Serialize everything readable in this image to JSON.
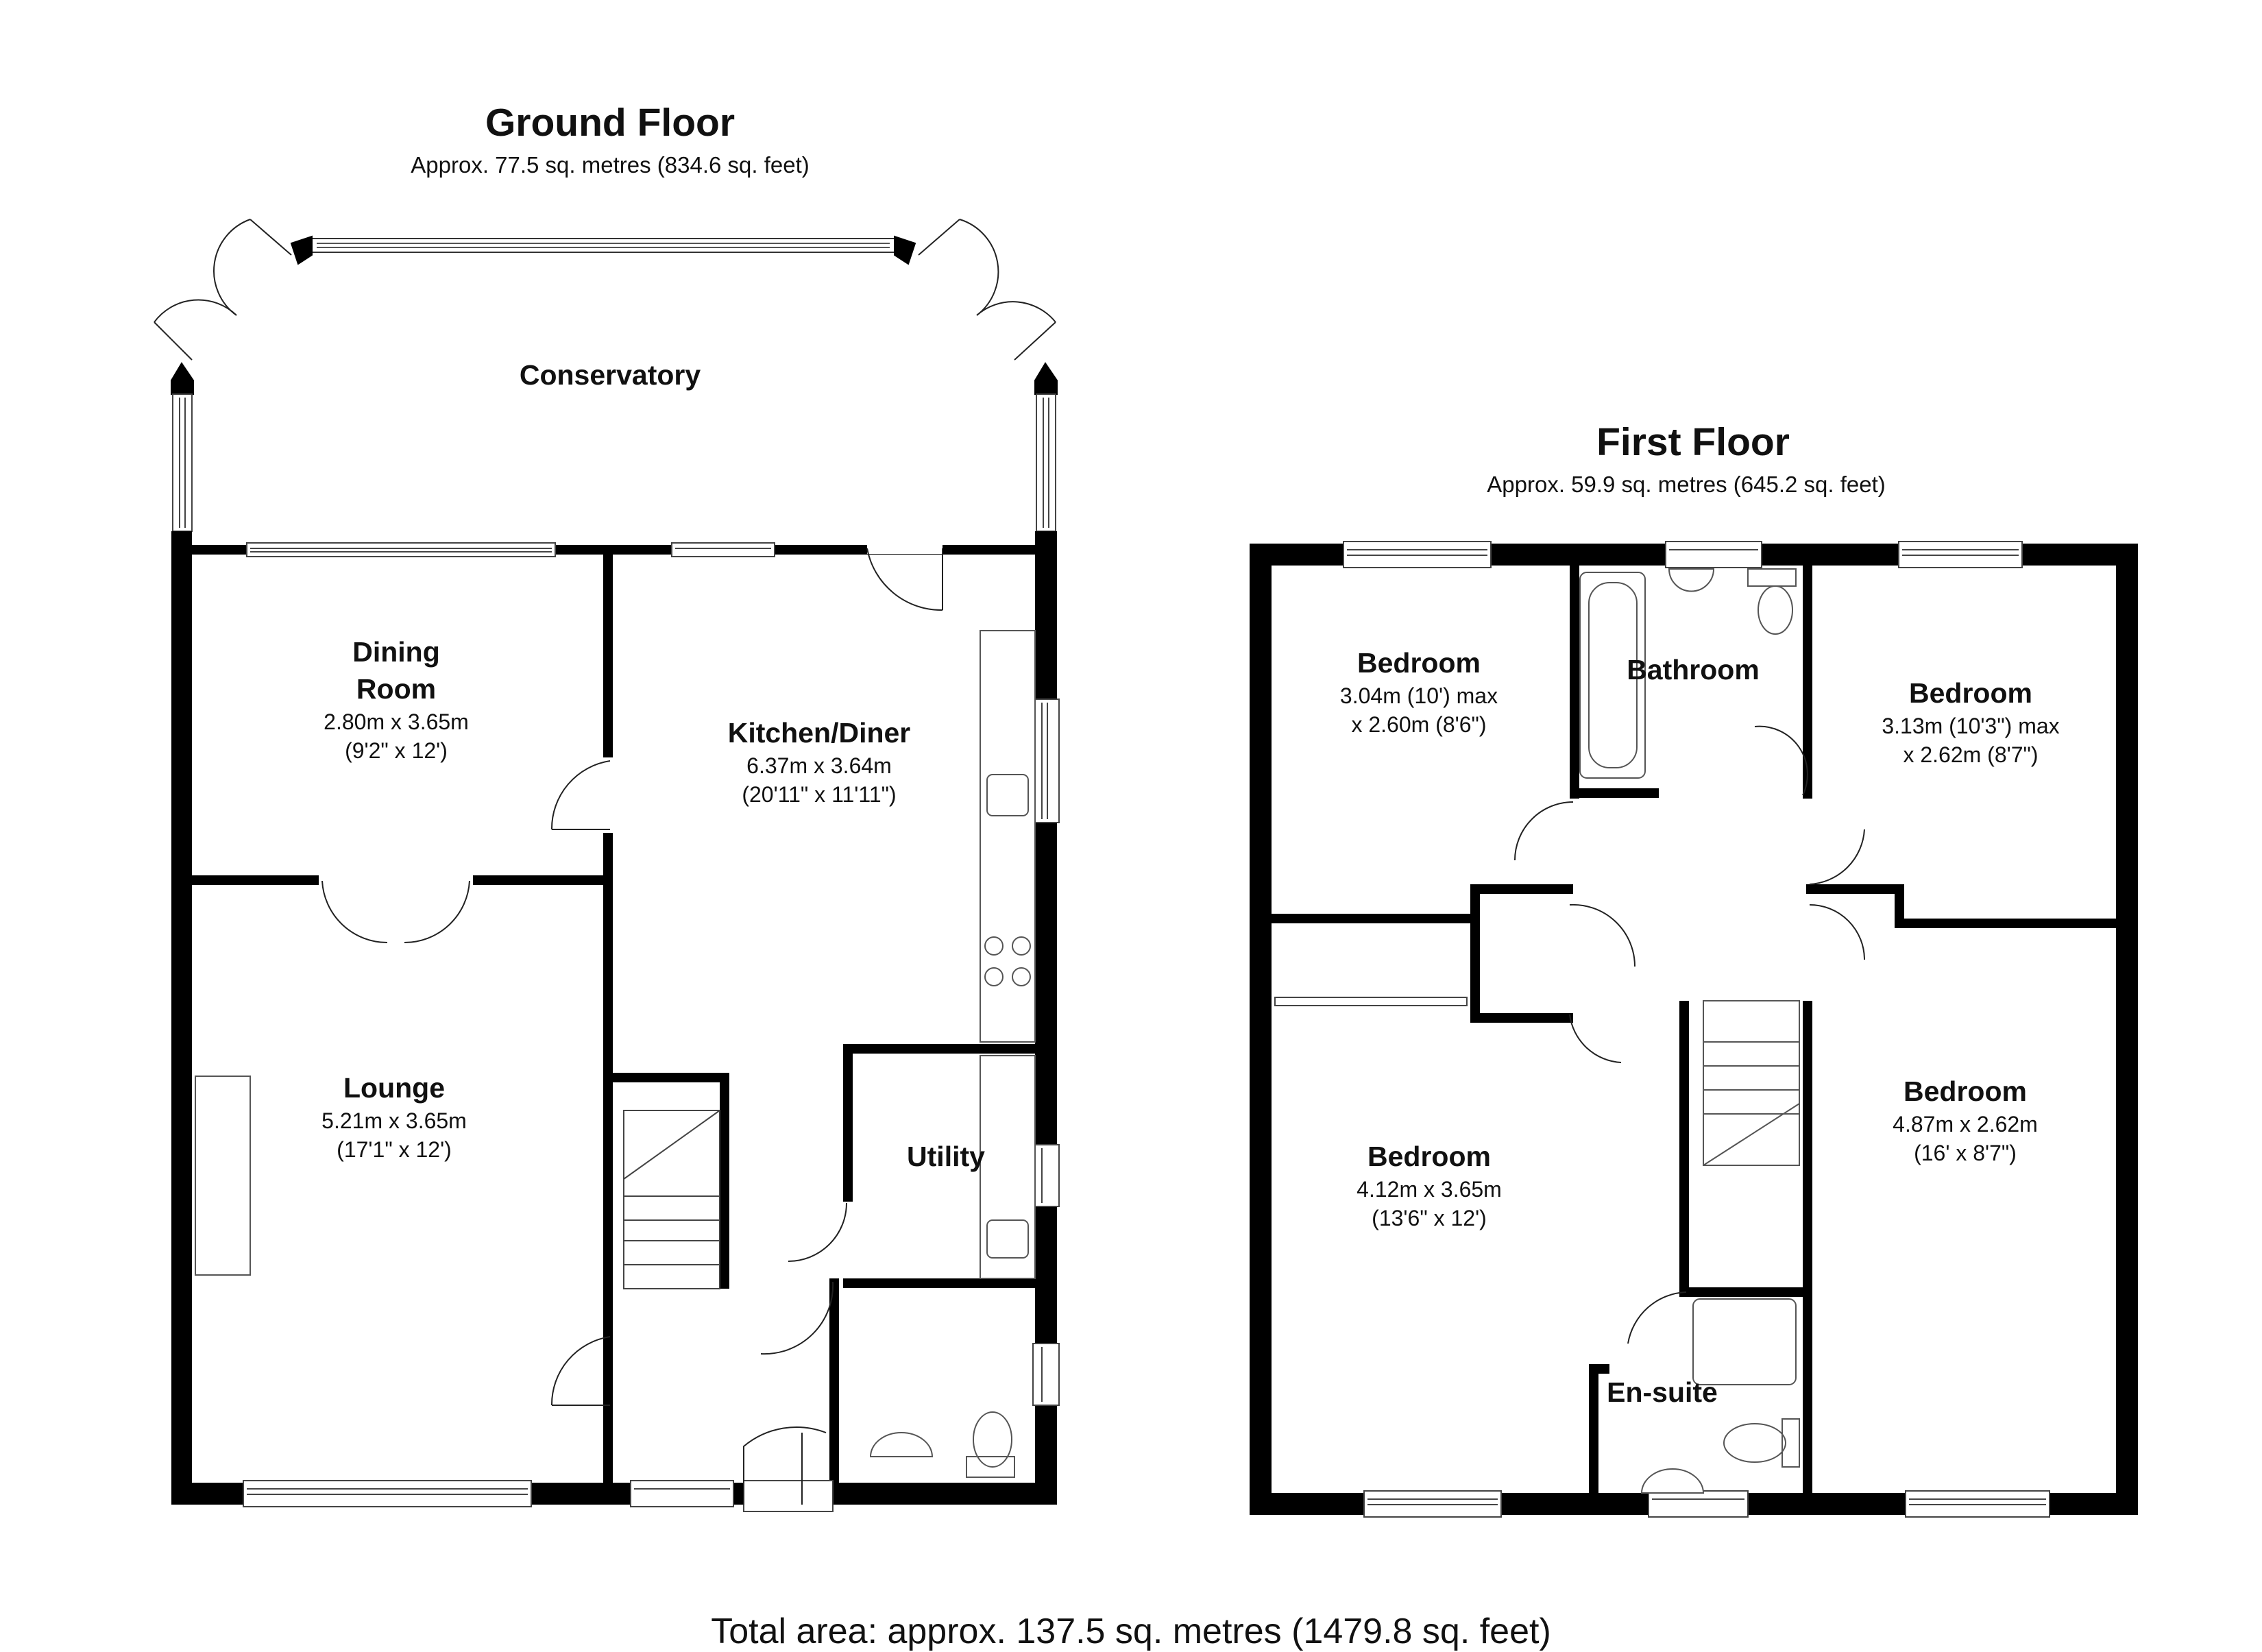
{
  "ground_floor": {
    "title": "Ground Floor",
    "area": "Approx. 77.5 sq. metres (834.6 sq. feet)",
    "rooms": {
      "conservatory": {
        "name": "Conservatory"
      },
      "dining": {
        "name_line1": "Dining",
        "name_line2": "Room",
        "dim1": "2.80m x 3.65m",
        "dim2": "(9'2\" x 12')"
      },
      "kitchen": {
        "name": "Kitchen/Diner",
        "dim1": "6.37m x 3.64m",
        "dim2": "(20'11\" x 11'11\")"
      },
      "lounge": {
        "name": "Lounge",
        "dim1": "5.21m x 3.65m",
        "dim2": "(17'1\" x 12')"
      },
      "utility": {
        "name": "Utility"
      }
    }
  },
  "first_floor": {
    "title": "First Floor",
    "area": "Approx. 59.9 sq. metres (645.2 sq. feet)",
    "rooms": {
      "bedroom_nw": {
        "name": "Bedroom",
        "dim1": "3.04m (10') max",
        "dim2": "x 2.60m (8'6\")"
      },
      "bathroom": {
        "name": "Bathroom"
      },
      "bedroom_ne": {
        "name": "Bedroom",
        "dim1": "3.13m (10'3\") max",
        "dim2": "x 2.62m (8'7\")"
      },
      "bedroom_sw": {
        "name": "Bedroom",
        "dim1": "4.12m x 3.65m",
        "dim2": "(13'6\" x 12')"
      },
      "bedroom_se": {
        "name": "Bedroom",
        "dim1": "4.87m x 2.62m",
        "dim2": "(16' x 8'7\")"
      },
      "ensuite": {
        "name": "En-suite"
      }
    }
  },
  "total_area": "Total area: approx. 137.5 sq. metres (1479.8 sq. feet)",
  "colors": {
    "wall": "#000000",
    "window_frame": "#444444",
    "fixture_line": "#555555",
    "background": "#ffffff"
  }
}
